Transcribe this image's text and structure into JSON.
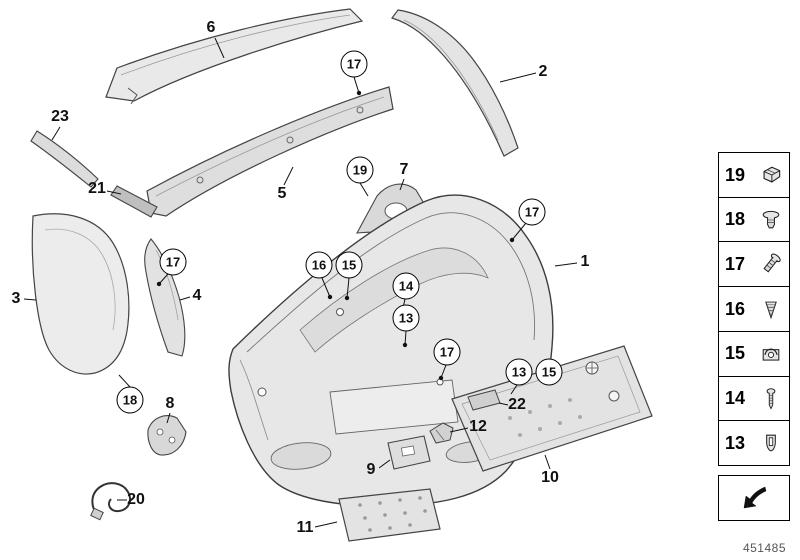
{
  "page": {
    "doc_number": "451485"
  },
  "diagram": {
    "callouts": {
      "c1": "1",
      "c2": "2",
      "c3": "3",
      "c4": "4",
      "c5": "5",
      "c6": "6",
      "c7": "7",
      "c8": "8",
      "c9": "9",
      "c10": "10",
      "c11": "11",
      "c12": "12",
      "c13a": "13",
      "c13b": "13",
      "c14": "14",
      "c15a": "15",
      "c15b": "15",
      "c16": "16",
      "c17a": "17",
      "c17b": "17",
      "c17c": "17",
      "c17d": "17",
      "c18": "18",
      "c19": "19",
      "c20": "20",
      "c21": "21",
      "c22": "22",
      "c23": "23"
    }
  },
  "legend": {
    "items": [
      {
        "label": "19",
        "icon": "clip-nut-icon"
      },
      {
        "label": "18",
        "icon": "expanding-rivet-icon"
      },
      {
        "label": "17",
        "icon": "blind-rivet-icon"
      },
      {
        "label": "16",
        "icon": "grommet-plug-icon"
      },
      {
        "label": "15",
        "icon": "spring-nut-icon"
      },
      {
        "label": "14",
        "icon": "screw-icon"
      },
      {
        "label": "13",
        "icon": "retaining-clip-icon"
      }
    ],
    "footer_icon": "cross-reference-arrow-icon"
  }
}
